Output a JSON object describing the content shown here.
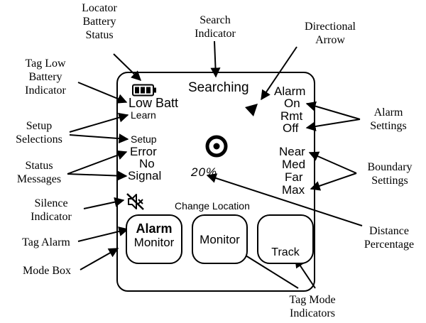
{
  "callouts": {
    "locator_battery": [
      "Locator",
      "Battery",
      "Status"
    ],
    "search_indicator": [
      "Search",
      "Indicator"
    ],
    "directional_arrow": [
      "Directional",
      "Arrow"
    ],
    "tag_low_battery": [
      "Tag Low",
      "Battery",
      "Indicator"
    ],
    "setup_selections": [
      "Setup",
      "Selections"
    ],
    "status_messages": [
      "Status",
      "Messages"
    ],
    "silence_indicator": [
      "Silence",
      "Indicator"
    ],
    "tag_alarm": [
      "Tag Alarm"
    ],
    "mode_box": [
      "Mode Box"
    ],
    "alarm_settings": [
      "Alarm",
      "Settings"
    ],
    "boundary_settings": [
      "Boundary",
      "Settings"
    ],
    "distance_percentage": [
      "Distance",
      "Percentage"
    ],
    "tag_mode_indicators": [
      "Tag Mode",
      "Indicators"
    ]
  },
  "screen": {
    "searching": "Searching",
    "low_batt": "Low Batt",
    "learn": "Learn",
    "setup": "Setup",
    "error": "Error",
    "no": "No",
    "signal": "Signal",
    "alarm_title": "Alarm",
    "alarm_on": "On",
    "alarm_rmt": "Rmt",
    "alarm_off": "Off",
    "near": "Near",
    "med": "Med",
    "far": "Far",
    "max": "Max",
    "distance": "20%",
    "change_location": "Change Location",
    "box1_top": "Alarm",
    "box1_bottom": "Monitor",
    "box2": "Monitor",
    "box3": "Track"
  },
  "icons": {
    "battery": "battery-icon",
    "arrow": "directional-arrow-icon",
    "target": "target-icon",
    "silence": "speaker-muted-icon"
  }
}
